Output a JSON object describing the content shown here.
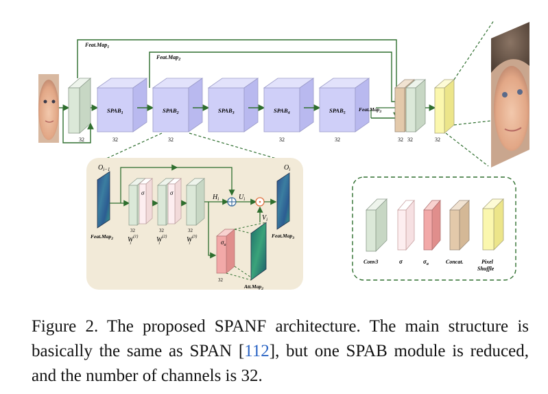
{
  "figure": {
    "labels": {
      "feat_map1": "Feat.Map",
      "feat_map1_sub": "1",
      "feat_map2": "Feat.Map",
      "feat_map2_sub": "2",
      "feat_map3": "Feat.Map",
      "feat_map3_sub": "3",
      "ch_conv_in": "32",
      "spab_blocks": [
        {
          "name": "SPAB",
          "sub": "1",
          "ch": "32"
        },
        {
          "name": "SPAB",
          "sub": "2",
          "ch": "32"
        },
        {
          "name": "SPAB",
          "sub": "3",
          "ch": ""
        },
        {
          "name": "SPAB",
          "sub": "4",
          "ch": "32"
        },
        {
          "name": "SPAB",
          "sub": "5",
          "ch": "32"
        }
      ],
      "ch_concat_a": "32",
      "ch_concat_b": "32",
      "ch_shuffle": "32"
    },
    "detail": {
      "o_prev": "O",
      "o_prev_sub": "i−1",
      "o_out": "O",
      "o_out_sub": "i",
      "sigma": "σ",
      "sigma_a": "σ",
      "sigma_a_sub": "a",
      "h": "H",
      "h_sub": "i",
      "u": "U",
      "u_sub": "i",
      "v": "V",
      "v_sub": "i",
      "w1": "W",
      "w1_sup": "(1)",
      "w2": "W",
      "w2_sup": "(2)",
      "w3": "W",
      "w3_sup": "(3)",
      "w_sub": "i",
      "ch": "32",
      "feat_map_in": "Feat.Map",
      "feat_map_in_sub": "2",
      "feat_map_out": "Feat.Map",
      "feat_map_out_sub": "3",
      "att_map": "Att.Map",
      "att_map_sub": "2"
    },
    "legend": {
      "items": [
        "Conv3",
        "σ",
        "σ",
        "Concat.",
        "Pixel",
        "Shuffle"
      ],
      "sigma_a_sub": "a"
    },
    "colors": {
      "conv": "#dbe8d8",
      "sigma": "#fdeef0",
      "sigma_a": "#f2a9a8",
      "concat": "#e3c9aa",
      "shuffle": "#fbf7ae",
      "spab": "#cfcff8",
      "arrow": "#2e6e2e",
      "panel": "#f2ead8"
    }
  },
  "caption": {
    "prefix": "Figure 2. The proposed SPANF architecture. The main structure is basically the same as SPAN [",
    "ref": "112",
    "suffix": "], but one SPAB module is reduced, and the number of channels is 32."
  }
}
